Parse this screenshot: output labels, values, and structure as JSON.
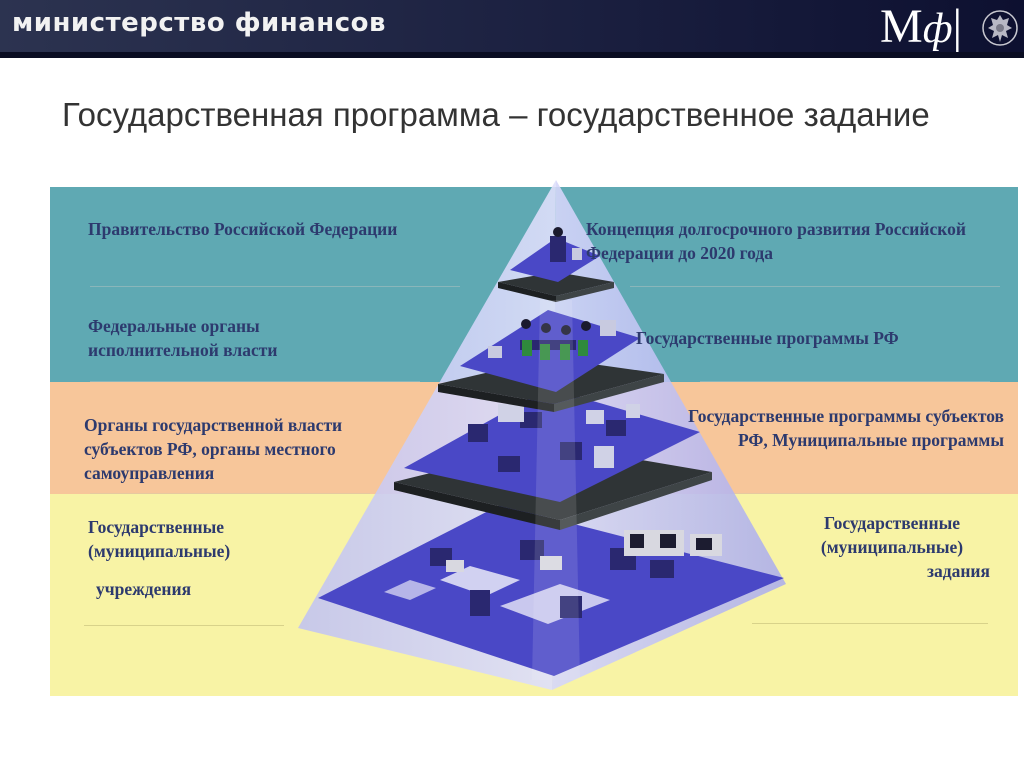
{
  "header": {
    "ministry_name": "министерство финансов",
    "logo": {
      "letter_m": "М",
      "letter_phi": "ф",
      "bar": "|"
    },
    "emblem_icon": "double-headed-eagle-icon"
  },
  "slide": {
    "title": "Государственная программа – государственное задание"
  },
  "left_labels": {
    "government": "Правительство Российской Федерации",
    "federal_bodies": "Федеральные органы исполнительной власти",
    "regional_bodies": "Органы государственной власти субъектов РФ, органы местного самоуправления",
    "institutions_line1": "Государственные",
    "institutions_line2": "(муниципальные)",
    "institutions_line3": "учреждения"
  },
  "right_labels": {
    "concept": "Концепция долгосрочного развития Российской Федерации до 2020 года",
    "state_programs": "Государственные программы РФ",
    "regional_programs": "Государственные программы субъектов РФ, Муниципальные программы",
    "assignments_line1": "Государственные",
    "assignments_line2": "(муниципальные)",
    "assignments_line3": "задания"
  },
  "colors": {
    "band_teal": "#5fa9b3",
    "band_orange": "#f7c69a",
    "band_yellow": "#f8f3a5",
    "label_text": "#2d3a6e",
    "pyramid_floor": "#4a48c6",
    "pyramid_slab": "#2f3436"
  }
}
